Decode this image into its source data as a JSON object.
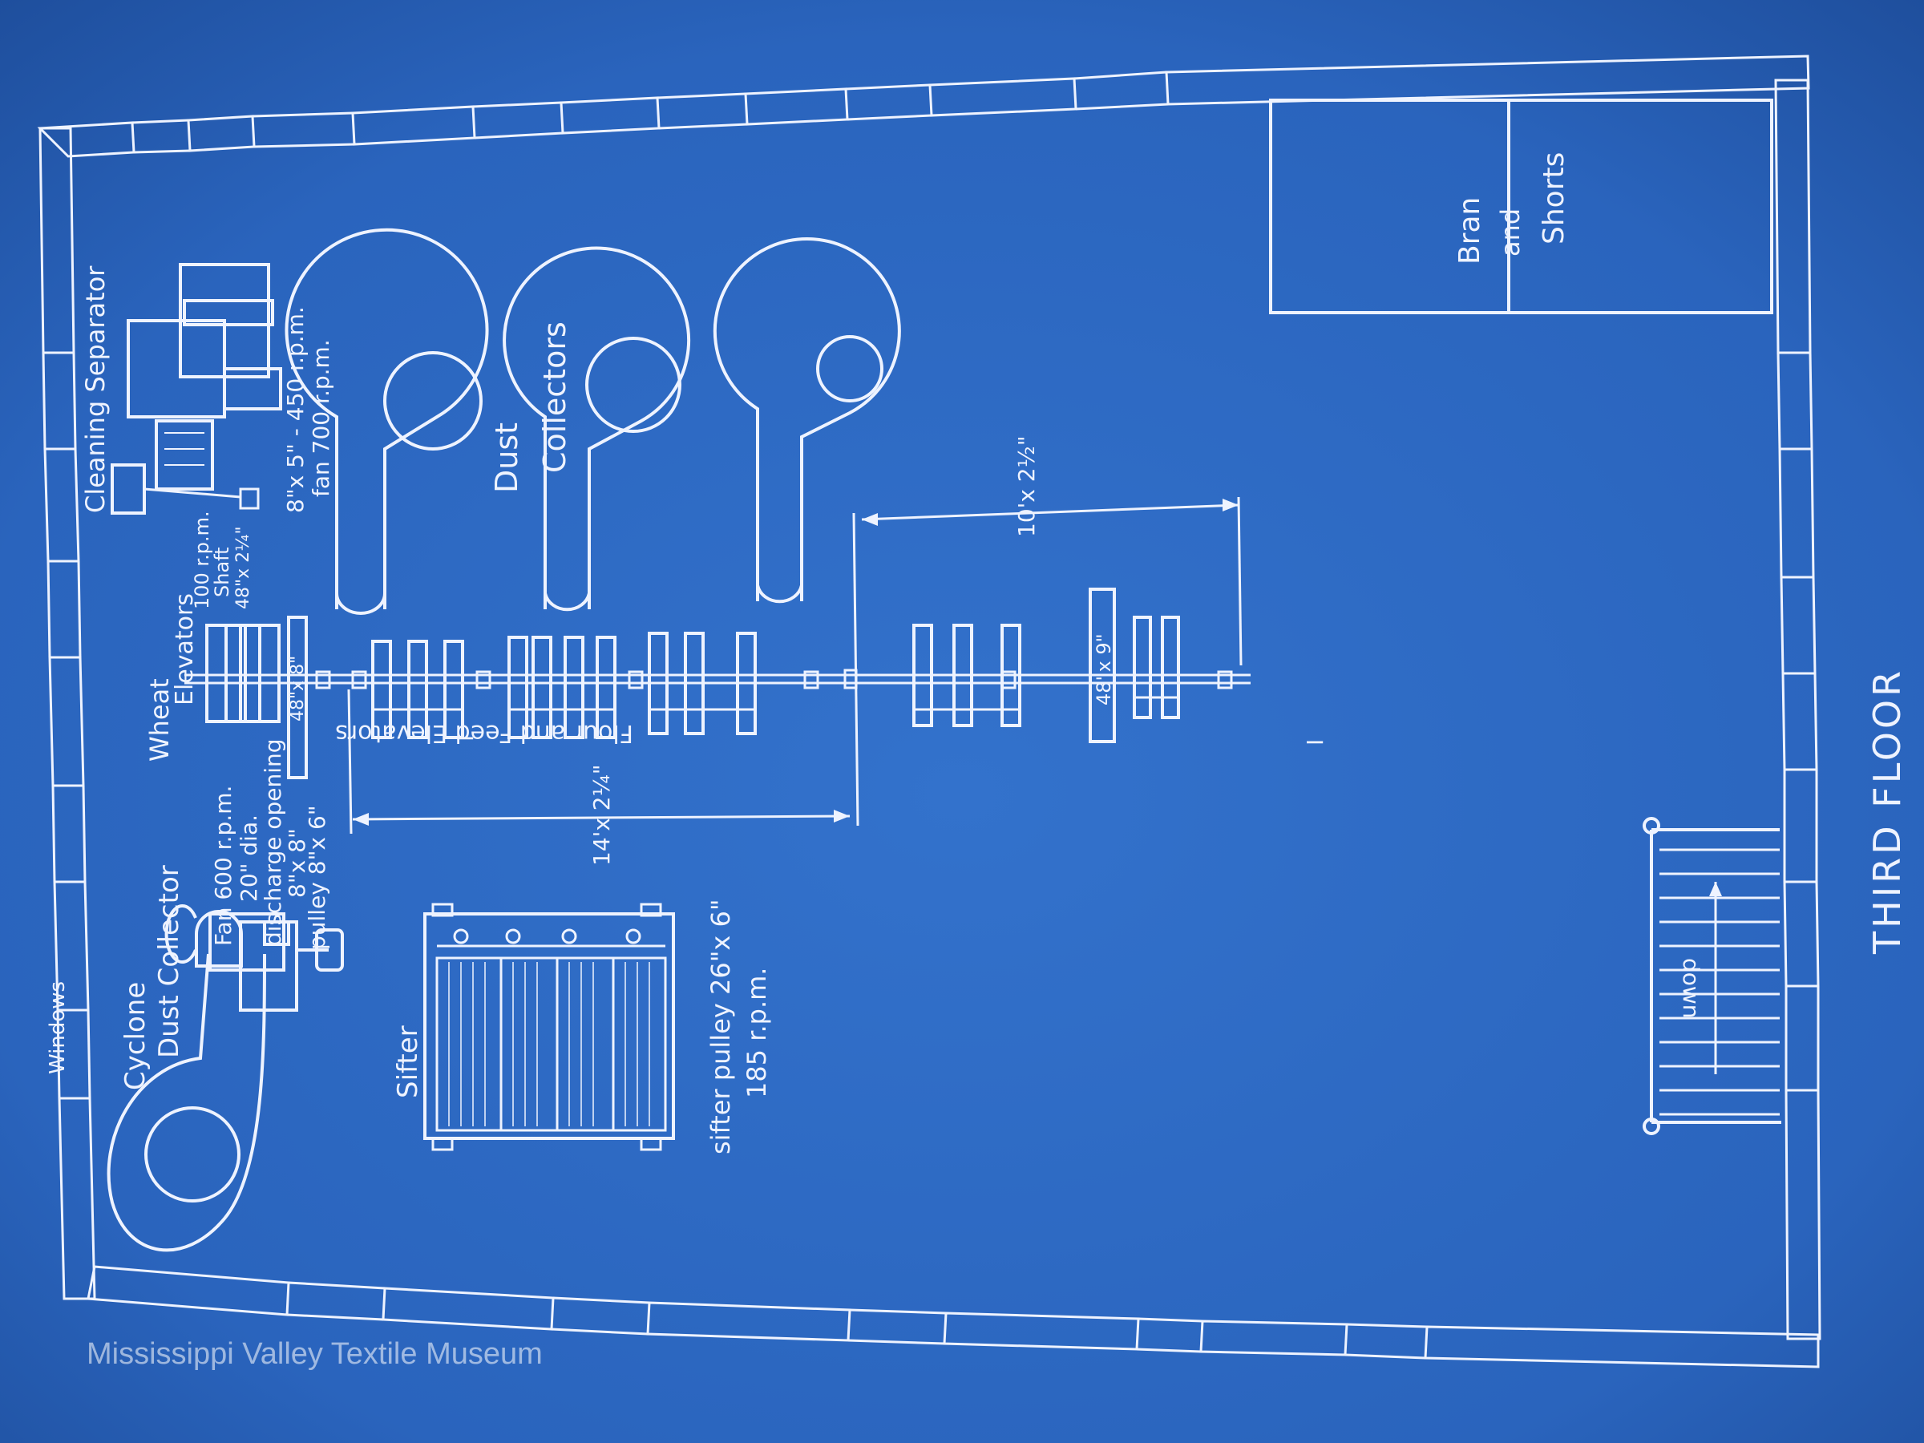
{
  "blueprint": {
    "title": "THIRD FLOOR",
    "watermark": "Mississippi Valley Textile Museum",
    "labels": {
      "windows": "Windows",
      "cyclone_1": "Cyclone",
      "cyclone_2": "Dust Collector",
      "fan_1": "Fan 600 r.p.m.",
      "fan_2": "20\" dia.",
      "fan_3": "discharge opening",
      "fan_4": "8\"x 8\"",
      "fan_5": "pulley 8\"x 6\"",
      "wheat_1": "Wheat",
      "wheat_2": "Elevators",
      "wheat_3": "100 r.p.m.",
      "wheat_4": "Shaft",
      "wheat_5": "48\"x 2¼\"",
      "pulley_48x8": "48\"x 8\"",
      "cleaning_separator": "Cleaning Separator",
      "cs_spec_1": "8\"x 5\" - 450 r.p.m.",
      "cs_spec_2": "fan 700 r.p.m.",
      "dust_1": "Dust",
      "dust_2": "Collectors",
      "dim_1": "10'x 2½\"",
      "dim_2": "14'x 2¼\"",
      "flour_feed": "Flour and Feed Elevators",
      "pulley_48x9": "48\"x 9\"",
      "sifter": "Sifter",
      "sifter_pulley_1": "sifter pulley 26\"x 6\"",
      "sifter_pulley_2": "185 r.p.m.",
      "bran_1": "Bran",
      "bran_2": "and",
      "bran_3": "Shorts",
      "stair": "down",
      "column_mark": "I"
    }
  },
  "colors": {
    "paper": "#2a66c0",
    "ink": "#eef3ff"
  }
}
